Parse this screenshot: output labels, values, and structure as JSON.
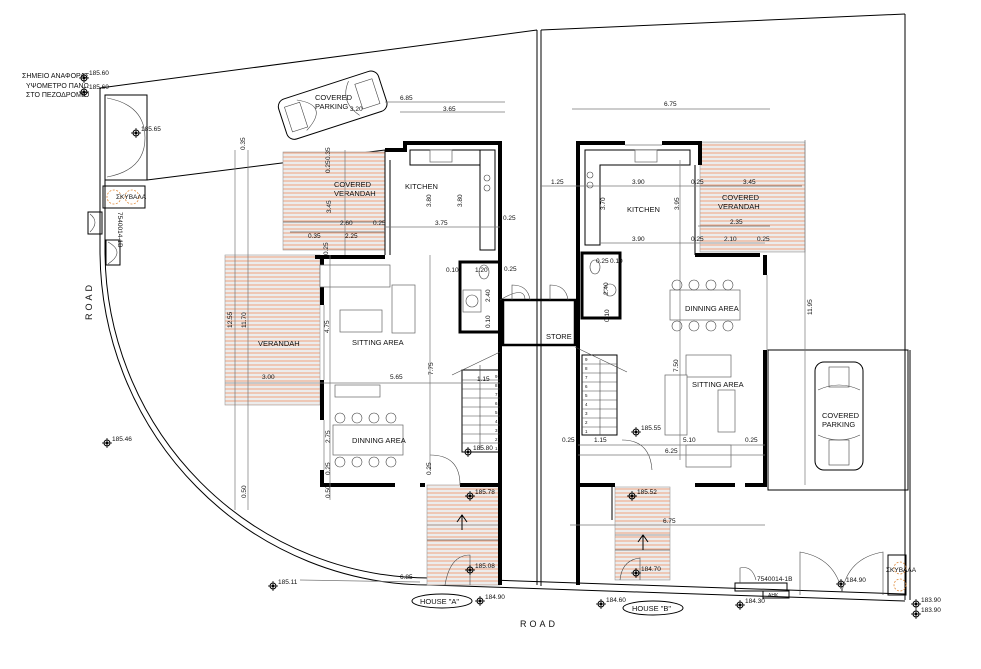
{
  "reference_note": [
    "ΣΗΜΕΙΟ ΑΝΑΦΟΡΑΣ",
    "ΥΨΟΜΕΤΡΟ ΠΑΝΩ",
    "ΣΤΟ ΠΕΖΟΔΡΟΜΙΟ"
  ],
  "road_labels": {
    "west": "ROAD",
    "south": "ROAD"
  },
  "bins_label": "ΣΚΥΒΑΛΑ",
  "meter_code": "7540014-1B",
  "meter_box": "ΑΗΚ",
  "house_a": {
    "name": "HOUSE \"A\"",
    "rooms": {
      "parking": [
        "COVERED",
        "PARKING"
      ],
      "covered_verandah": [
        "COVERED",
        "VERANDAH"
      ],
      "kitchen": "KITCHEN",
      "verandah": "VERANDAH",
      "sitting": "SITTING AREA",
      "dining": "DINNING AREA"
    },
    "dims": [
      "6.85",
      "3.20",
      "3.65",
      "0.35",
      "0.35",
      "0.25",
      "3.45",
      "2.60",
      "0.25",
      "2.25",
      "0.35",
      "0.25",
      "3.80",
      "3.80",
      "3.75",
      "0.25",
      "0.10",
      "1.20",
      "0.25",
      "2.40",
      "0.10",
      "12.55",
      "11.70",
      "4.75",
      "3.00",
      "5.65",
      "7.75",
      "1.15",
      "2.75",
      "0.25",
      "0.25",
      "0.50",
      "0.50",
      "6.85"
    ],
    "levels": [
      "185.60",
      "185.60",
      "185.65",
      "185.46",
      "185.11",
      "185.80",
      "185.78",
      "185.08",
      "184.90"
    ],
    "stair_steps": [
      "1",
      "2",
      "3",
      "4",
      "5",
      "6",
      "7",
      "8",
      "9"
    ]
  },
  "store": "STORE",
  "house_b": {
    "name": "HOUSE \"B\"",
    "rooms": {
      "kitchen": "KITCHEN",
      "covered_verandah": [
        "COVERED",
        "VERANDAH"
      ],
      "dining": "DINNING AREA",
      "sitting": "SITTING AREA",
      "parking": [
        "COVERED",
        "PARKING"
      ]
    },
    "dims": [
      "6.75",
      "1.25",
      "3.90",
      "3.70",
      "3.95",
      "3.90",
      "3.45",
      "2.35",
      "2.10",
      "0.25",
      "0.25",
      "0.25",
      "11.95",
      "7.50",
      "0.25",
      "1.15",
      "5.10",
      "6.25",
      "0.25",
      "6.75",
      "0.25",
      "0.10",
      "2.40",
      "0.10"
    ],
    "levels": [
      "185.55",
      "185.52",
      "184.70",
      "184.60",
      "184.30",
      "184.90",
      "183.90",
      "183.90"
    ],
    "stair_steps": [
      "1",
      "2",
      "3",
      "4",
      "5",
      "6",
      "7",
      "8",
      "9"
    ]
  },
  "colors": {
    "hatch": "#d9825a",
    "walls": "#000000",
    "bins": "#e08a3a"
  }
}
